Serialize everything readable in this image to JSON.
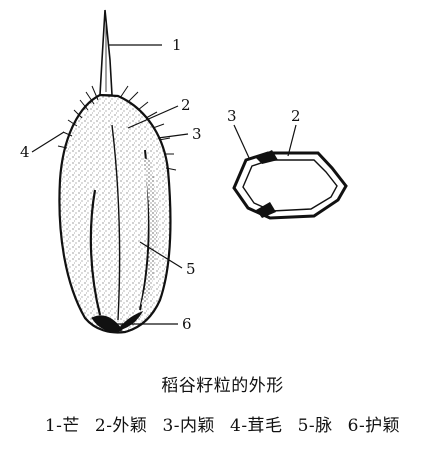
{
  "labels": {
    "l1": "1",
    "l2a": "2",
    "l3a": "3",
    "l4": "4",
    "l5": "5",
    "l6": "6",
    "l3b": "3",
    "l2b": "2"
  },
  "caption": "稻谷籽粒的外形",
  "legend": [
    "1-芒",
    "2-外颖",
    "3-内颖",
    "4-茸毛",
    "5-脉",
    "6-护颖"
  ]
}
